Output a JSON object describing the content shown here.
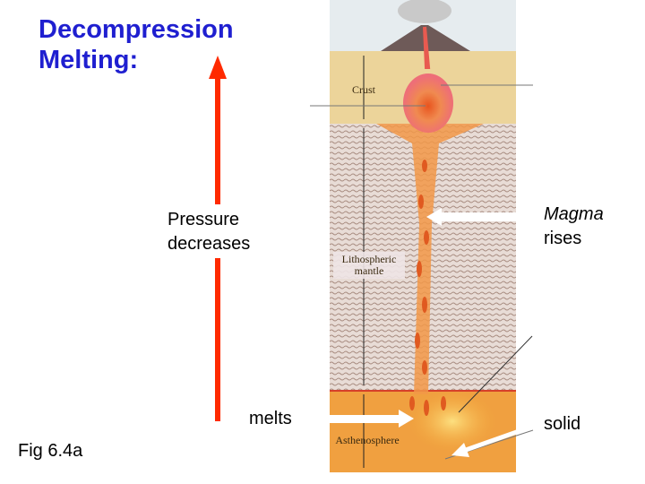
{
  "title": [
    "Decompression",
    "Melting:"
  ],
  "pressure_label": [
    "Pressure",
    "decreases"
  ],
  "magma_label": {
    "italic": "Magma",
    "rest": "rises"
  },
  "melts_label": "melts",
  "solid_label": "solid",
  "fig_label": "Fig 6.4a",
  "diagram": {
    "crust": "Crust",
    "lith": [
      "Lithospheric",
      "mantle"
    ],
    "astheno": "Asthenosphere"
  },
  "colors": {
    "title": "#1f1fd0",
    "arrow": "#ff2a00"
  }
}
